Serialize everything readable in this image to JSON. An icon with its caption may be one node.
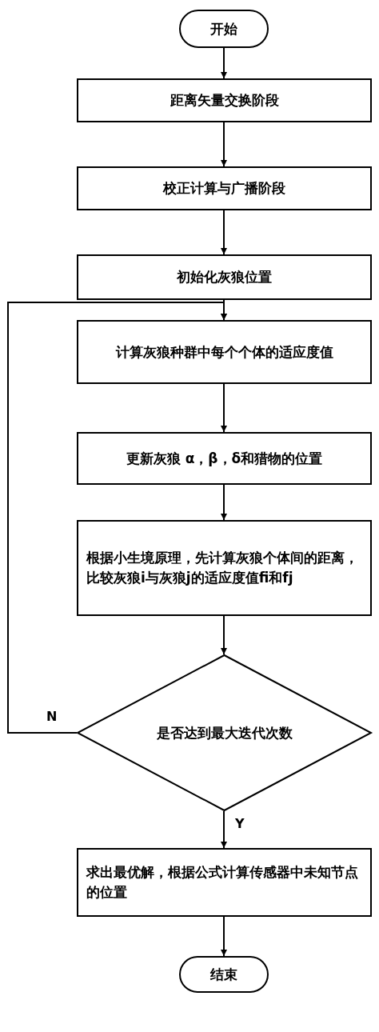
{
  "diagram": {
    "nodes": [
      {
        "text": [
          "开始"
        ]
      },
      {
        "text": [
          "距离矢量交换阶段"
        ]
      },
      {
        "text": [
          "校正计算与广播阶段"
        ]
      },
      {
        "text": [
          "初始化灰狼位置"
        ]
      },
      {
        "text": [
          "计算灰狼种群中每个个体的适应度值"
        ]
      },
      {
        "text": [
          "更新灰狼 α，β，δ和猎物的位置"
        ]
      },
      {
        "text": [
          "根据小生境原理，先计算灰狼个体间的距离，比较灰狼i与灰狼j的适应度值fi和fj"
        ]
      },
      {
        "text": [
          "是否达到最大迭代次数"
        ]
      },
      {
        "text": [
          "求出最优解，根据公式计算传感器中未知节点的位置"
        ]
      },
      {
        "text": [
          "结束"
        ]
      }
    ],
    "edges": [
      {
        "from": 0,
        "to": 1,
        "arrow": "to"
      },
      {
        "from": 1,
        "to": 2,
        "arrow": "to"
      },
      {
        "from": 2,
        "to": 3,
        "arrow": "to"
      },
      {
        "from": 3,
        "to": 4,
        "arrow": "to"
      },
      {
        "from": 4,
        "to": 5,
        "arrow": "to"
      },
      {
        "from": 5,
        "to": 6,
        "arrow": "to"
      },
      {
        "from": 6,
        "to": 7,
        "arrow": "to"
      },
      {
        "from": 7,
        "to": 8,
        "arrow": "to",
        "label": "Y"
      },
      {
        "from": 7,
        "to": 4,
        "arrow": "to",
        "label": "N"
      },
      {
        "from": 8,
        "to": 9,
        "arrow": "to"
      }
    ]
  }
}
